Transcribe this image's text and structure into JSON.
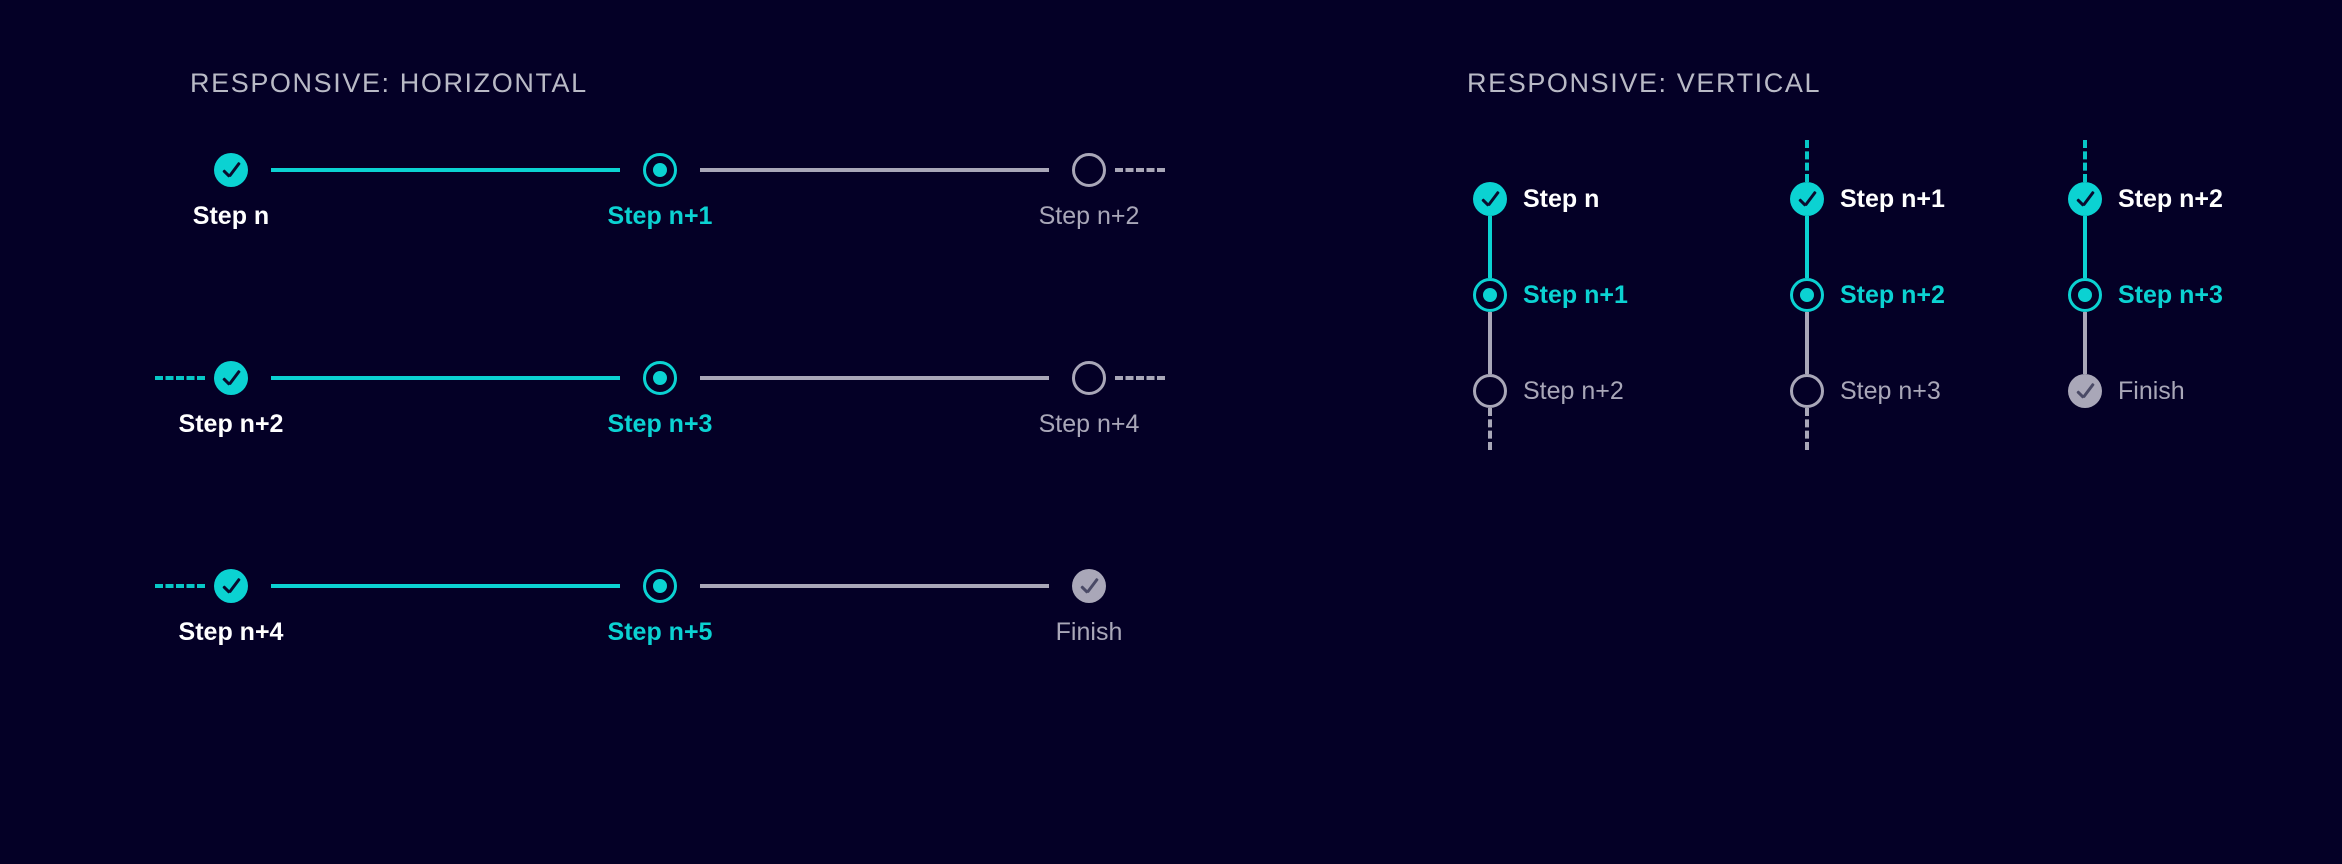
{
  "theme": {
    "background": "#040026",
    "accent": "#0bd2d2",
    "muted": "#a9a7b8",
    "completed_label": "#ffffff",
    "check_mark": "#0a0b2e"
  },
  "sections": {
    "horizontal": {
      "title": "RESPONSIVE: HORIZONTAL",
      "rows": [
        {
          "lead_dash": "none",
          "trail_dash": "muted",
          "steps": [
            {
              "label": "Step n",
              "state": "completed"
            },
            {
              "label": "Step n+1",
              "state": "active"
            },
            {
              "label": "Step n+2",
              "state": "inactive"
            }
          ]
        },
        {
          "lead_dash": "teal",
          "trail_dash": "muted",
          "steps": [
            {
              "label": "Step n+2",
              "state": "completed"
            },
            {
              "label": "Step n+3",
              "state": "active"
            },
            {
              "label": "Step n+4",
              "state": "inactive"
            }
          ]
        },
        {
          "lead_dash": "teal",
          "trail_dash": "none",
          "steps": [
            {
              "label": "Step n+4",
              "state": "completed"
            },
            {
              "label": "Step n+5",
              "state": "active"
            },
            {
              "label": "Finish",
              "state": "finish"
            }
          ]
        }
      ]
    },
    "vertical": {
      "title": "RESPONSIVE: VERTICAL",
      "columns": [
        {
          "top_dash": "none",
          "bottom_dash": "muted",
          "steps": [
            {
              "label": "Step n",
              "state": "completed"
            },
            {
              "label": "Step n+1",
              "state": "active"
            },
            {
              "label": "Step n+2",
              "state": "inactive"
            }
          ]
        },
        {
          "top_dash": "teal",
          "bottom_dash": "muted",
          "steps": [
            {
              "label": "Step n+1",
              "state": "completed"
            },
            {
              "label": "Step n+2",
              "state": "active"
            },
            {
              "label": "Step n+3",
              "state": "inactive"
            }
          ]
        },
        {
          "top_dash": "teal",
          "bottom_dash": "none",
          "steps": [
            {
              "label": "Step n+2",
              "state": "completed"
            },
            {
              "label": "Step n+3",
              "state": "active"
            },
            {
              "label": "Finish",
              "state": "finish"
            }
          ]
        }
      ]
    }
  }
}
